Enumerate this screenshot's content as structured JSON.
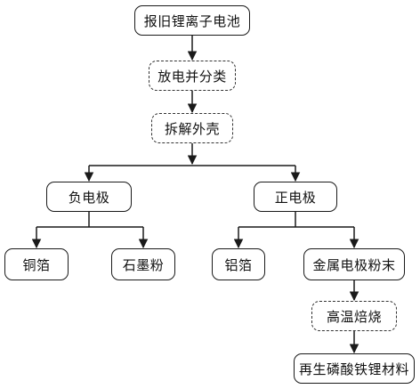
{
  "nodes": {
    "root": "报旧锂离子电池",
    "discharge": "放电并分类",
    "dismantle": "拆解外壳",
    "negative": "负电极",
    "positive": "正电极",
    "copper_foil": "铜箔",
    "graphite": "石墨粉",
    "aluminum_foil": "铝箔",
    "metal_powder": "金属电极粉末",
    "calcination": "高温焙烧",
    "regenerated": "再生磷酸铁锂材料"
  },
  "colors": {
    "line": "#1a1a1a",
    "border": "#1a1a1a",
    "background": "#ffffff"
  }
}
